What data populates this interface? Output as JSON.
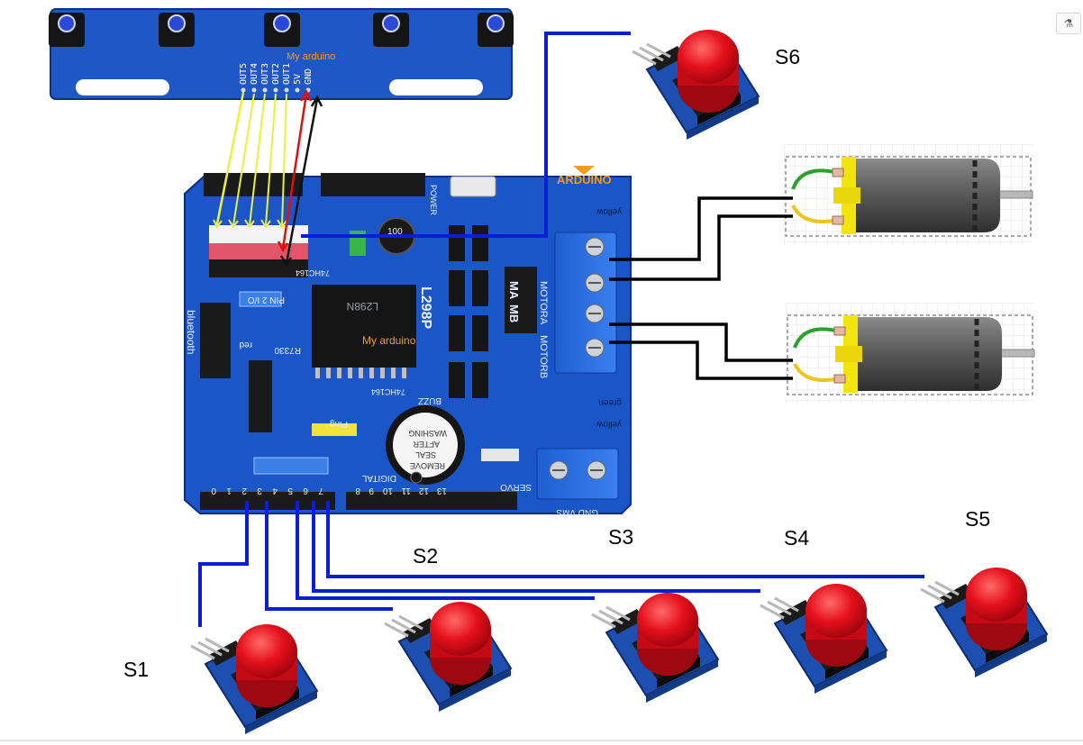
{
  "labels": {
    "s1": "S1",
    "s2": "S2",
    "s3": "S3",
    "s4": "S4",
    "s5": "S5",
    "s6": "S6"
  },
  "sensor_board": {
    "pins": [
      "OUT5",
      "OUT4",
      "OUT3",
      "OUT2",
      "OUT1",
      "5V",
      "GND"
    ],
    "watermark": "My arduino"
  },
  "shield": {
    "driver_chip": "L298P",
    "chip_marking": "L298N",
    "brand": "ARDUINO",
    "motor_a": "MOTORA",
    "motor_b": "MOTORB",
    "ma": "MA",
    "mb": "MB",
    "bluetooth": "bluetooth",
    "digital": "DIGITAL",
    "buzzer_sticker": [
      "REMOVE",
      "SEAL",
      "AFTER",
      "WASHING"
    ],
    "buzz": "BUZZ",
    "servo": "SERVO",
    "pwr_label": "GND VMS",
    "capacitor": "100",
    "ic_left": "74HC164",
    "ic_right": "74HC164",
    "resistor_array": "R7330",
    "pin2": "PIN 2 I/O",
    "ping": "Ping",
    "power_header": "POWER",
    "led_green": "green",
    "led_yellow": "yellow",
    "led_red": "red",
    "digital_pins": [
      "0",
      "1",
      "2",
      "3",
      "4",
      "5",
      "6",
      "7",
      "8",
      "9",
      "10",
      "11",
      "12",
      "13"
    ]
  },
  "wire_colors": {
    "signal": "#e8f23a",
    "power": "#e01010",
    "ground": "#111111",
    "button": "#0a1ed8",
    "motor": "#000000"
  },
  "corner_icon": "link-icon"
}
